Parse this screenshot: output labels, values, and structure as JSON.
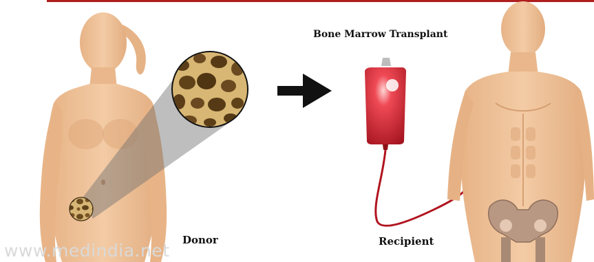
{
  "diagram": {
    "title": "Bone Marrow Transplant",
    "donor_label": "Donor",
    "recipient_label": "Recipient",
    "watermark": "www.medindia.net"
  },
  "colors": {
    "accent_line": "#b01e1e",
    "skin": "#efc39a",
    "blood": "#c71f2c",
    "arrow": "#111111",
    "bone_marrow": "#d9b97a"
  },
  "icons": {
    "direction": "right-arrow-icon",
    "blood_bag": "blood-bag-icon",
    "magnifier": "bone-marrow-magnifier-icon"
  }
}
